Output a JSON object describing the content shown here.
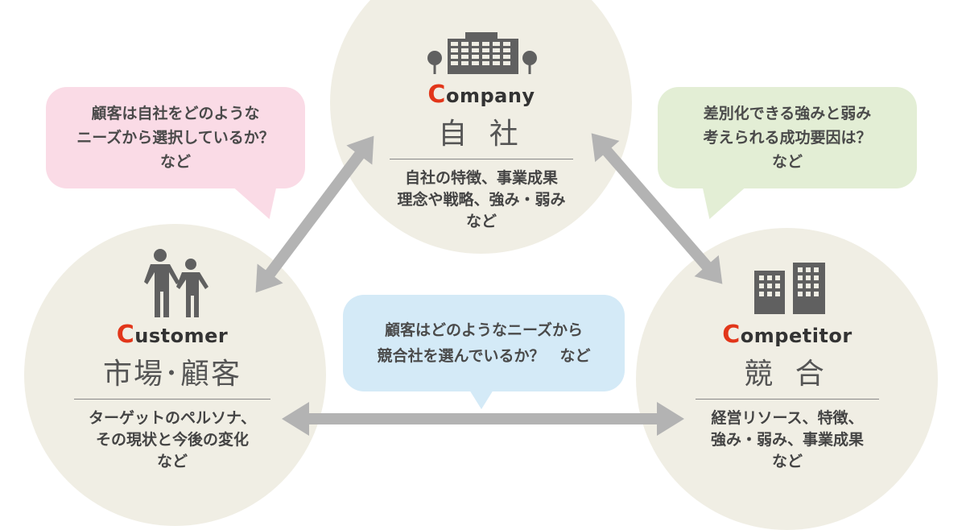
{
  "colors": {
    "circle": "#f0eee4",
    "arrow": "#b3b3b3",
    "accent_initial": "#e2361a",
    "icon": "#606060",
    "bubble_customer": "#fadbe6",
    "bubble_competitor": "#e3eed5",
    "bubble_market": "#d4eaf7"
  },
  "company": {
    "icon": "office-building-icon",
    "initial": "C",
    "rest": "ompany",
    "jp": "自 社",
    "desc": [
      "自社の特徴、事業成果",
      "理念や戦略、強み・弱み",
      "など"
    ]
  },
  "customer": {
    "icon": "people-icon",
    "initial": "C",
    "rest": "ustomer",
    "jp": "市場･顧客",
    "desc": [
      "ターゲットのペルソナ、",
      "その現状と今後の変化",
      "など"
    ]
  },
  "competitor": {
    "icon": "buildings-icon",
    "initial": "C",
    "rest": "ompetitor",
    "jp": "競 合",
    "desc": [
      "経営リソース、特徴、",
      "強み・弱み、事業成果",
      "など"
    ]
  },
  "bubbles": {
    "customer_question": [
      "顧客は自社をどのような",
      "ニーズから選択しているか？",
      "など"
    ],
    "competitor_question": [
      "差別化できる強みと弱み",
      "考えられる成功要因は？",
      "など"
    ],
    "market_question": [
      "顧客はどのようなニーズから",
      "競合社を選んでいるか？　など"
    ]
  }
}
